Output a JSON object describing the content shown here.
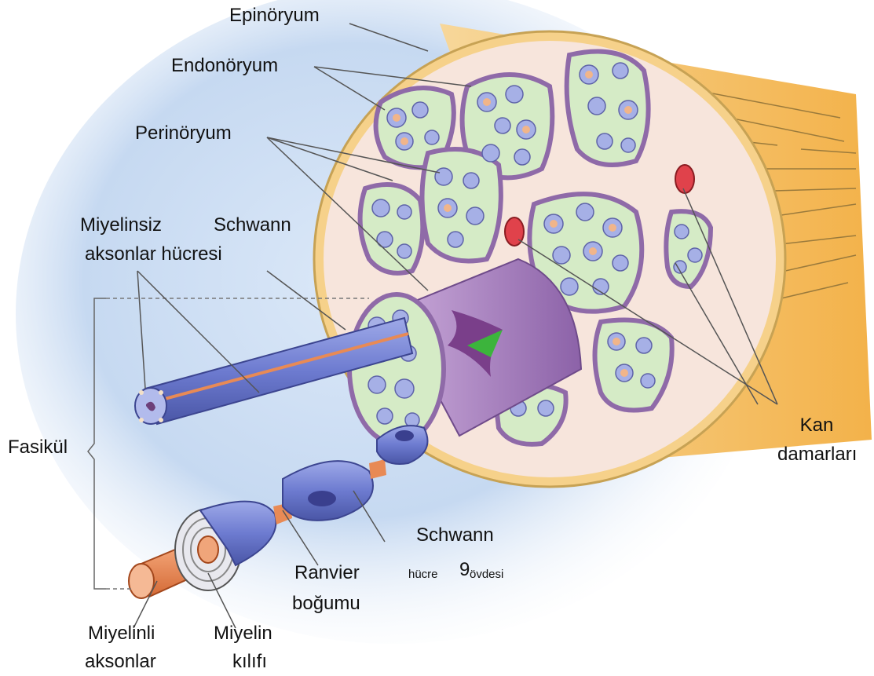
{
  "labels": {
    "epineurium": "Epinöryum",
    "endoneurium": "Endonöryum",
    "perineurium": "Perinöryum",
    "unmyelinated_1": "Miyelinsiz",
    "unmyelinated_2": "aksonlar hücresi",
    "schwann_top": "Schwann",
    "fascicle": "Fasikül",
    "blood_1": "Kan",
    "blood_2": "damarları",
    "schwann_body": "Schwann",
    "schwann_cell_small": "hücre",
    "schwann_g": "9",
    "schwann_body_small": "övdesi",
    "ranvier_1": "Ranvier",
    "ranvier_2": "boğumu",
    "myelinated_1": "Miyelinli",
    "myelinated_2": "aksonlar",
    "sheath_1": "Miyelin",
    "sheath_2": "kılıfı"
  },
  "colors": {
    "epineurium": "#f6c066",
    "endoneurium_bg": "#f7e6dc",
    "fascicle_fill": "#d7ecc8",
    "perineurium": "#a98ab8",
    "axon": "#a9b3e6",
    "axon_core": "#f2b68a",
    "blood": "#e0424b",
    "myelin": "#6a78c8",
    "axon_orange": "#e88a55",
    "background_glow": "#c9dcf2"
  }
}
